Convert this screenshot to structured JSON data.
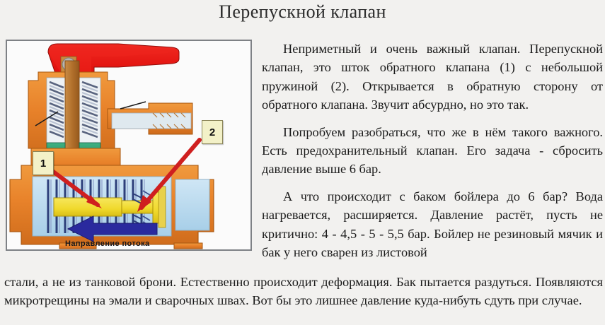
{
  "page": {
    "title": "Перепускной клапан",
    "background_color": "#f2f1ef",
    "text_color": "#1b1b1b"
  },
  "figure": {
    "alt": "Цветной разрез предохранительного (перепускного) клапана бойлера",
    "border_color": "#7e8185",
    "background_color": "#fbfbfb",
    "callouts": [
      {
        "id": "1",
        "label": "1",
        "meaning": "шток обратного клапана"
      },
      {
        "id": "2",
        "label": "2",
        "meaning": "небольшая пружина"
      }
    ],
    "flow_caption": "Направление потока",
    "flow_arrow_direction": "left",
    "flow_arrow_color": "#2a2a9e",
    "pointer_arrow_color": "#d42020",
    "part_colors": {
      "handle": "#e51b16",
      "body_brass": "#e8822a",
      "body_brass_dark": "#c3651b",
      "stem": "#b2702c",
      "seal_green": "#2f9c6e",
      "spring_steel": "#2d3f7a",
      "spring_grey": "#9aa2b4",
      "piston_yellow": "#f2dd34",
      "cavity_blue": "#b8d9ef",
      "nut_grey": "#6e6e72"
    }
  },
  "article": {
    "paragraphs": [
      "Неприметный и очень важный клапан. Перепускной клапан, это шток обратного клапана (1) с небольшой пружиной (2). Открывается в обратную сторону от обратного клапана. Звучит абсурдно, но это так.",
      "Попробуем разобраться, что же в нём такого важного. Есть предохранительный клапан. Его задача - сбросить давление выше 6 бар.",
      "А что происходит с баком бойлера до 6 бар? Вода нагревается, расширяется. Давление растёт, пусть не критично: 4 - 4,5 - 5 - 5,5 бар. Бойлер не резиновый мячик и бак у него сварен из листовой"
    ],
    "continuation": "стали, а не из танковой брони. Естественно происходит деформация. Бак пытается раздуться. Появляются микротрещины на эмали и сварочных швах. Вот бы это лишнее давление куда-нибуть сдуть при случае."
  }
}
